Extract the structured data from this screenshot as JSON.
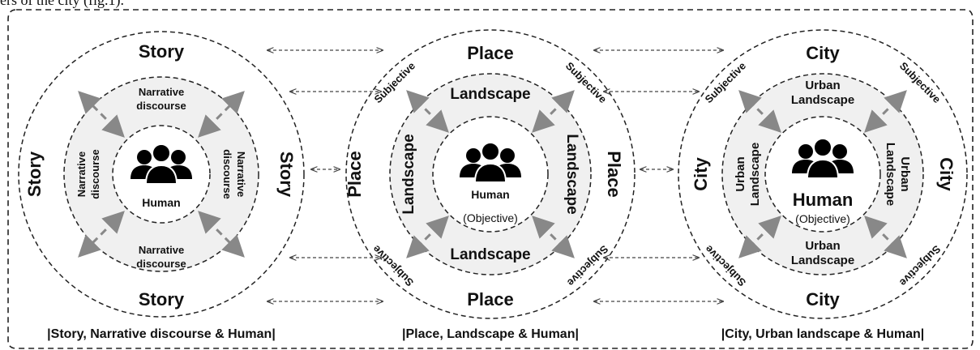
{
  "top_text": "ers of the city (fig.1).",
  "panels": [
    {
      "outer_label": "Story",
      "middle_top": "Narrative discourse",
      "middle_bottom": "Narrative discourse",
      "middle_side": "Narrative discourse",
      "center_label": "Human",
      "caption": "|Story, Narrative discourse & Human|"
    },
    {
      "outer_label": "Place",
      "middle_label": "Landscape",
      "center_label": "Human",
      "center_sub": "(Objective)",
      "arc_label": "Subjective",
      "caption": "|Place, Landscape & Human|"
    },
    {
      "outer_label": "City",
      "middle_label_line1": "Urban",
      "middle_label_line2": "Landscape",
      "center_label": "Human",
      "center_sub": "(Objective)",
      "arc_label": "Subjective",
      "caption": "|City, Urban landscape & Human|"
    }
  ],
  "icons": [
    "people-group-icon"
  ],
  "colors": {
    "ring_fill": "#f0f0f0",
    "arrow_gray": "#8a8a8a",
    "line": "#222222"
  }
}
